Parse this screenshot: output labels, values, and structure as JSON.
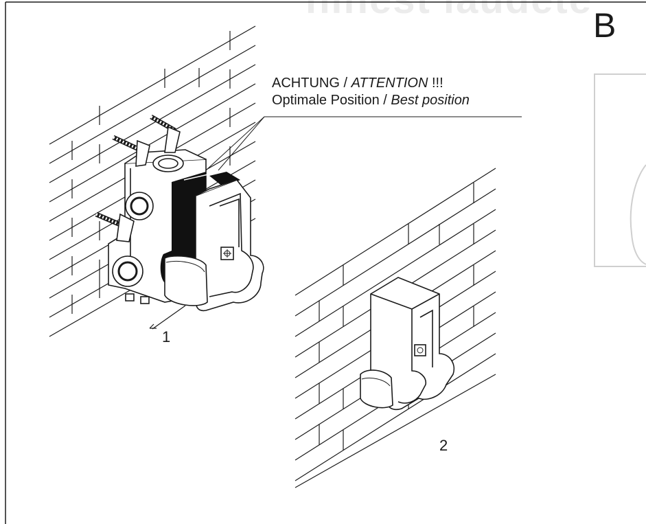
{
  "watermark": "hinest  laudete",
  "panel_letter": "B",
  "attention_note": {
    "line1_de": "ACHTUNG / ",
    "line1_en": "ATTENTION",
    "line1_suffix": " !!!",
    "line2_de": "Optimale Position / ",
    "line2_en": "Best position"
  },
  "callouts": {
    "one": "1",
    "two": "2"
  },
  "colors": {
    "line": "#1a1a1a",
    "tape": "#111111",
    "watermark": "#ececec",
    "ghost_frame": "#cfcfcf"
  }
}
